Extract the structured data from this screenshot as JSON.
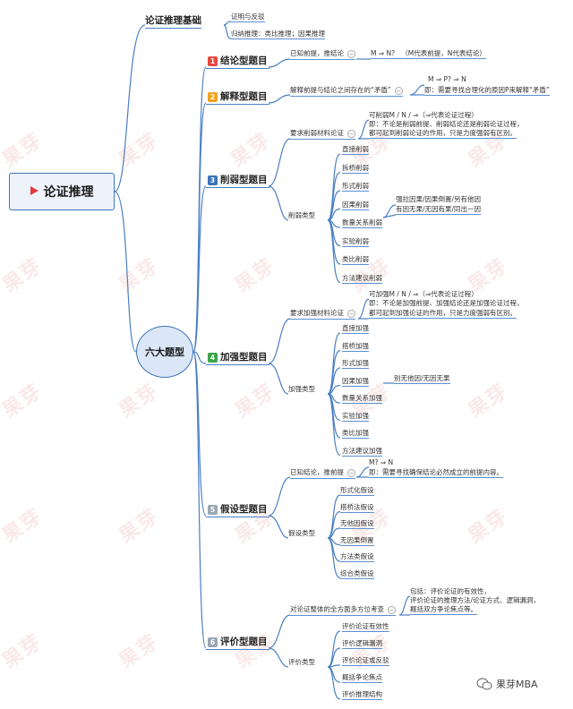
{
  "root": {
    "label": "论证推理"
  },
  "basis": {
    "label": "论证推理基础",
    "items": [
      "证明与反驳",
      "归纳推理：类比推理；因果推理"
    ]
  },
  "hub": {
    "label": "六大题型"
  },
  "categories": [
    {
      "num": "1",
      "label": "结论型题目",
      "color": "#e5483f"
    },
    {
      "num": "2",
      "label": "解释型题目",
      "color": "#f0a21f"
    },
    {
      "num": "3",
      "label": "削弱型题目",
      "color": "#3b73b9"
    },
    {
      "num": "4",
      "label": "加强型题目",
      "color": "#3aa548"
    },
    {
      "num": "5",
      "label": "假设型题目",
      "color": "#9aa7b5"
    },
    {
      "num": "6",
      "label": "评价型题目",
      "color": "#9aa7b5"
    }
  ],
  "conclusion": {
    "premise": "已知前提，推结论",
    "formula": "M ⇒ N?",
    "note": "（M代表前提，N代表结论）"
  },
  "explain": {
    "premise": "解释前提与结论之间存在的“矛盾”",
    "formula": "M ⇒ P? ⇒ N",
    "note": "即：需要寻找合理化的原因P来解释“矛盾”"
  },
  "weaken": {
    "req": "要求削弱材料论证",
    "desc": [
      "可削弱M / N / ⇒（⇒代表论证过程）",
      "即：不论是削弱前提、削弱结论还是削弱论证过程，",
      "都可起到削弱论证的作用，只是力度强弱有区别。"
    ],
    "type_label": "削弱类型",
    "types": [
      "直接削弱",
      "拆桥削弱",
      "形式削弱",
      "因果削弱",
      "数量关系削弱",
      "实验削弱",
      "类比削弱",
      "方法建议削弱"
    ],
    "causal_notes": [
      "强拉因果/因果倒置/另有他因",
      "有因无果/无因有果/同出一因"
    ]
  },
  "strengthen": {
    "req": "要求加强材料论证",
    "desc": [
      "可加强M / N / ⇒（⇒代表论证过程）",
      "即：不论是加强前提、加强结论还是加强论证过程，",
      "都可起到加强论证的作用，只是力度强弱有区别。"
    ],
    "type_label": "加强类型",
    "types": [
      "直接加强",
      "搭桥加强",
      "形式加强",
      "因果加强",
      "数量关系加强",
      "实验加强",
      "类比加强",
      "方法建议加强"
    ],
    "causal_note": "别无他因/无因无果"
  },
  "assume": {
    "premise": "已知结论，推前提",
    "formula": "M? ⇒ N",
    "note": "即：需要寻找确保结论必然成立的前提内容。",
    "type_label": "假设类型",
    "types": [
      "形式化假设",
      "搭桥法假设",
      "无他因假设",
      "无因果倒置",
      "方法类假设",
      "综合类假设"
    ]
  },
  "evaluate": {
    "premise": "对论证整体的全方面多方位考查",
    "desc": [
      "包括：评价论证的有效性，",
      "评价论证的推理方法/论证方式、逻辑漏洞，",
      "概括双方争论焦点等。"
    ],
    "type_label": "评价类型",
    "types": [
      "评价论证有效性",
      "评价逻辑漏洞",
      "评价论证或反驳",
      "概括争论焦点",
      "评价推理结构"
    ]
  },
  "footer": {
    "label": "果芽MBA"
  },
  "watermark": "果芽"
}
